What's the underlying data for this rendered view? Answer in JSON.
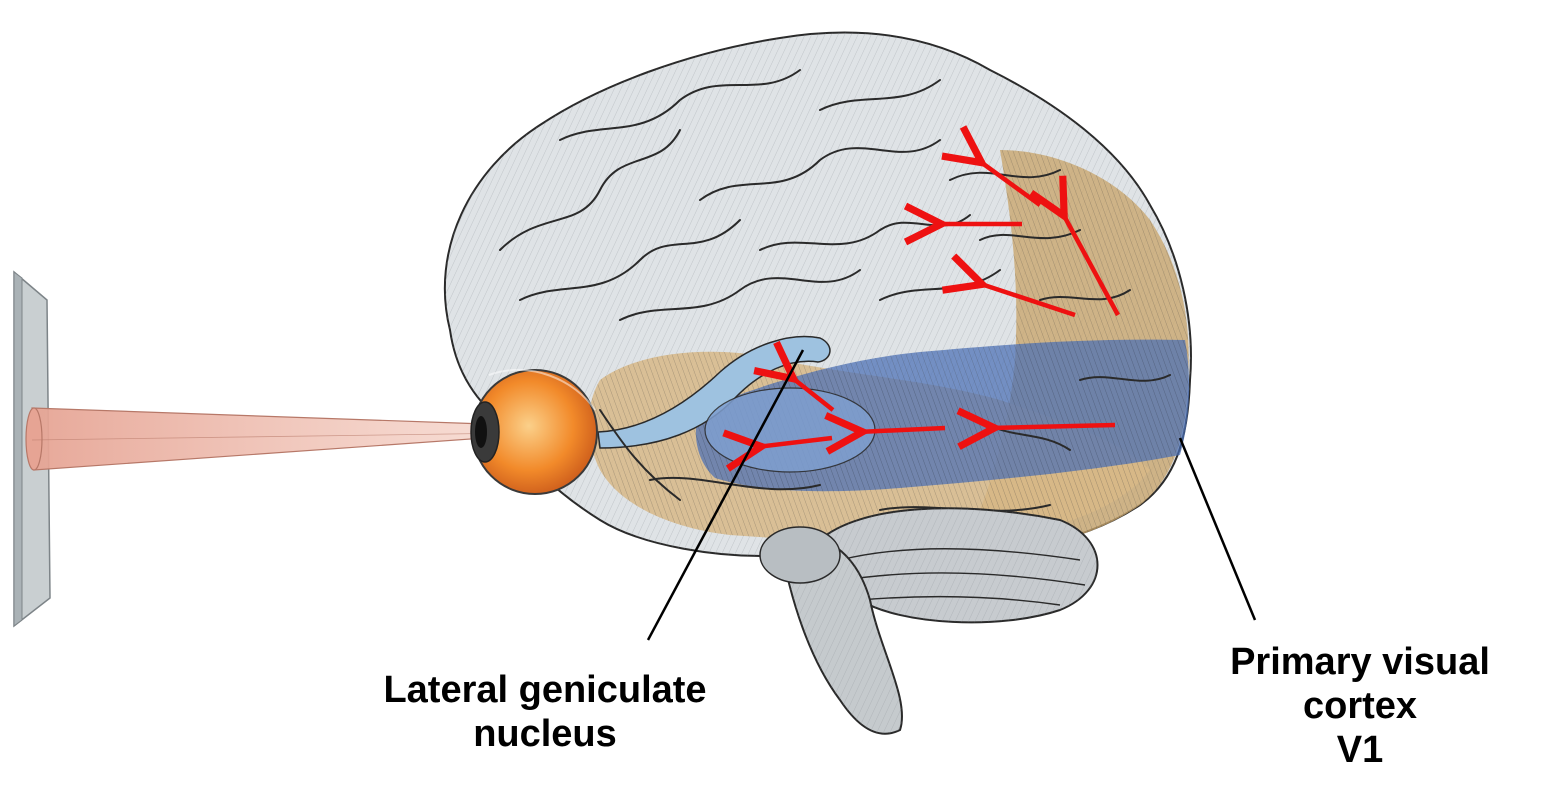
{
  "labels": {
    "lgn": {
      "line1": "Lateral geniculate",
      "line2": "nucleus"
    },
    "v1": {
      "line1": "Primary visual",
      "line2": "cortex",
      "line3": "V1"
    }
  },
  "colors": {
    "arrow": "#ee1111",
    "ventral_stream": "#4a6fb5",
    "occipital_tan": "#c9a56b",
    "temporal_tan": "#d8b987",
    "brain_gray": "#d9dde0",
    "eye_orange": "#f08a2a",
    "light_cone": "#e39a8a"
  },
  "icons": {
    "screen": "screen-panel",
    "eye": "eye-icon",
    "brain": "brain-illustration"
  }
}
